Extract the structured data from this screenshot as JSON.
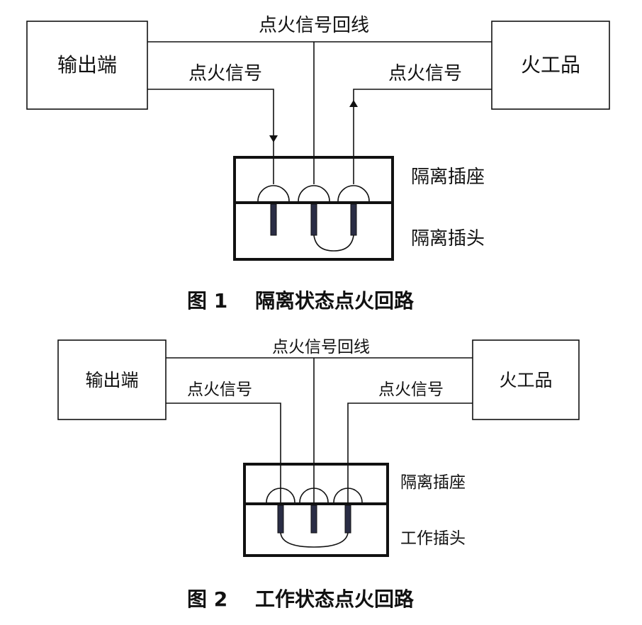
{
  "figure1": {
    "left_box": "输出端",
    "right_box": "火工品",
    "top_line_label": "点火信号回线",
    "left_signal_label": "点火信号",
    "right_signal_label": "点火信号",
    "socket_label": "隔离插座",
    "plug_label": "隔离插头",
    "caption_number": "图 1",
    "caption_title": "隔离状态点火回路"
  },
  "figure2": {
    "left_box": "输出端",
    "right_box": "火工品",
    "top_line_label": "点火信号回线",
    "left_signal_label": "点火信号",
    "right_signal_label": "点火信号",
    "socket_label": "隔离插座",
    "plug_label": "工作插头",
    "caption_number": "图 2",
    "caption_title": "工作状态点火回路"
  }
}
